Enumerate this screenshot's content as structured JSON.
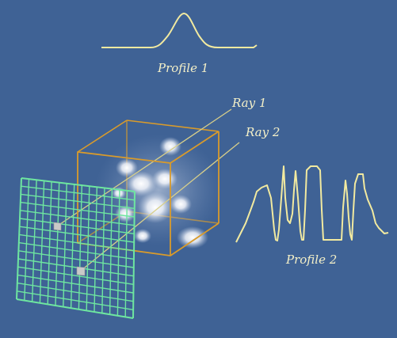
{
  "labels": {
    "profile_1": "Profile 1",
    "profile_2": "Profile 2",
    "ray_1": "Ray 1",
    "ray_2": "Ray 2"
  },
  "colors": {
    "background": "#3f6295",
    "profile_line": "#f2eaa0",
    "ray_line": "#d8cf8a",
    "cube_edge": "#d99b2b",
    "grid_line": "#6ee6a0",
    "grid_cell_highlight": "#c8c8c8",
    "label_text": "#f4f0c8"
  },
  "diagram_elements": [
    "image-plane-grid",
    "volume-cube",
    "light-blobs",
    "ray-1",
    "ray-2",
    "profile-1-curve",
    "profile-2-curve"
  ]
}
